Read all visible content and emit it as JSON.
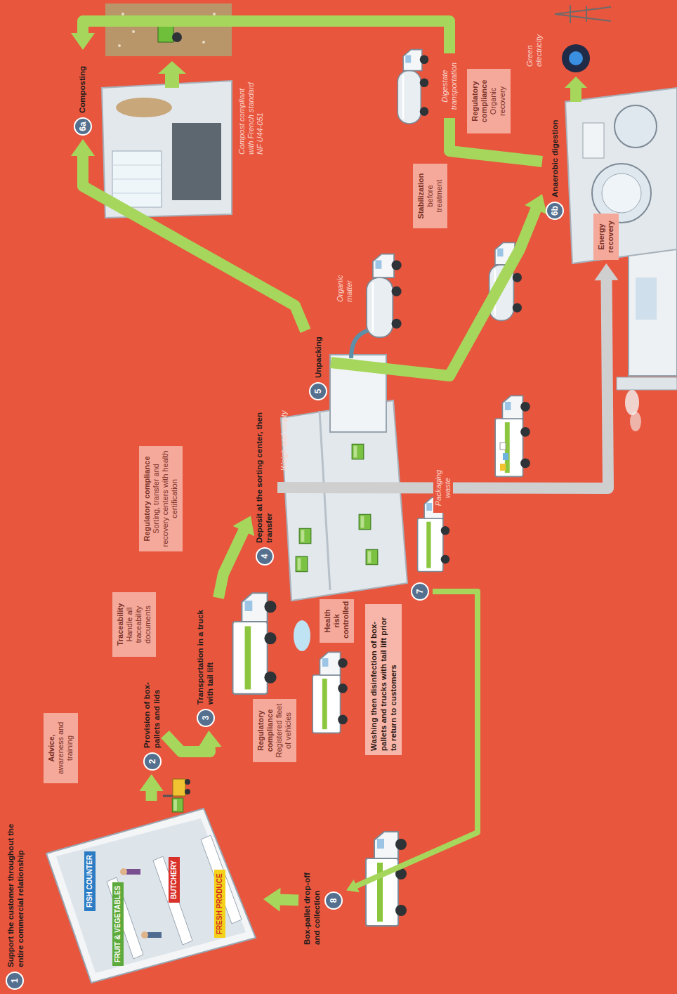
{
  "diagram": {
    "nodes": [
      {
        "text": [
          "FRESH PRODUCE",
          "FRUIT & VEGETABLES",
          "BUTCHERY",
          "FISH COUNTER"
        ]
      },
      {
        "text": [
          "1",
          "Support the customer throughout the entire commercial relationship"
        ]
      },
      {
        "text": [
          "2",
          "Provision of box-pallets and lids"
        ]
      },
      {
        "text": [
          "Advice,",
          "awareness and training"
        ]
      },
      {
        "text": [
          "3",
          "Transportation in a truck with tail lift"
        ]
      },
      {
        "text": [
          "Traceability",
          "Handle all traceability documents"
        ]
      },
      {
        "text": [
          "Regulatory compliance",
          "Registered fleet of vehicles"
        ]
      },
      {
        "text": [
          "Regulatory compliance",
          "Sorting, transfer and recovery centers with health certification"
        ]
      },
      {
        "text": [
          "4",
          "Deposit at the sorting center, then transfer"
        ]
      },
      {
        "text": [
          "Health risk controlled"
        ]
      },
      {
        "text": [
          "Washing then disinfection of box-pallets and trucks with tail lift prior to return to customers"
        ]
      },
      {
        "text": [
          "7"
        ]
      },
      {
        "text": [
          "8",
          "Box-pallet drop-off and collection"
        ]
      },
      {
        "text": [
          "5",
          "Unpacking"
        ]
      },
      {
        "text": [
          "Stabilization",
          "before treatment"
        ]
      },
      {
        "text": [
          "Energy recovery"
        ]
      },
      {
        "text": [
          "Regulatory compliance",
          "Organic recovery"
        ]
      },
      {
        "text": [
          "6b",
          "Anaerobic digestion"
        ]
      },
      {
        "text": [
          "6a",
          "Composting"
        ]
      }
    ],
    "edges": [
      {
        "from": 0,
        "to": 2,
        "arrow": "to"
      },
      {
        "from": 2,
        "to": 4,
        "arrow": "to"
      },
      {
        "from": 4,
        "to": 8,
        "arrow": "to"
      },
      {
        "from": 13,
        "to": 17,
        "arrow": "to"
      },
      {
        "from": 13,
        "to": 18,
        "arrow": "to"
      },
      {
        "from": 17,
        "to": 18,
        "label": "Digestate transportation",
        "arrow": "to"
      },
      {
        "from": 8,
        "to": 15,
        "label": "Packaging waste",
        "arrow": "to"
      },
      {
        "from": 11,
        "to": 12,
        "arrow": "to"
      },
      {
        "from": 12,
        "to": 0,
        "arrow": "to"
      }
    ],
    "labels": [
      "Weigh and empty",
      "Organic matter",
      "Green electricity",
      "Compost compliant with French standard NF U44-051"
    ]
  }
}
